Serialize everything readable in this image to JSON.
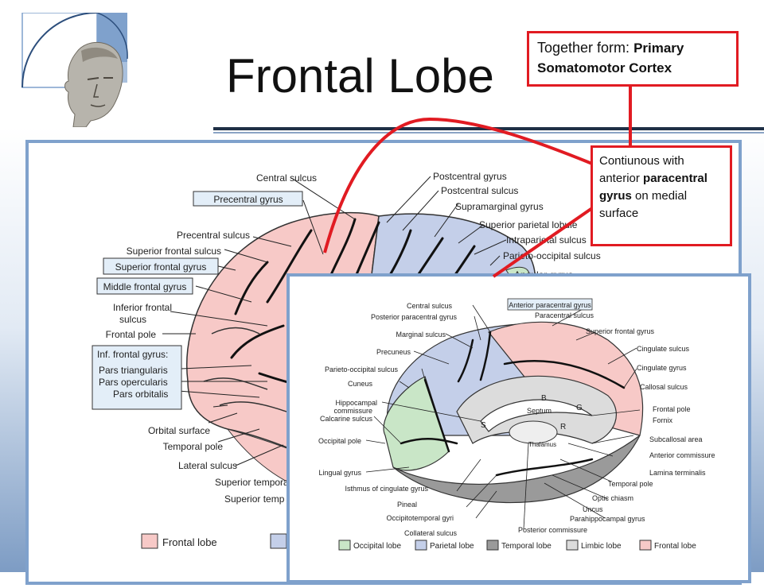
{
  "slide": {
    "title": "Frontal Lobe"
  },
  "callouts": {
    "top_prefix": "Together form: ",
    "top_bold": "Primary Somatomotor Cortex",
    "mid_line1": "Contiunous with anterior ",
    "mid_bold": "paracentral gyrus",
    "mid_line2": " on medial surface"
  },
  "lateral": {
    "boxed": {
      "precentral": "Precentral gyrus",
      "superior_frontal": "Superior frontal gyrus",
      "middle_frontal": "Middle frontal gyrus",
      "inf_frontal_heading": "Inf. frontal gyrus:",
      "pars_triangularis": "Pars triangularis",
      "pars_opercularis": "Pars opercularis",
      "pars_orbitalis": "Pars orbitalis"
    },
    "left_labels": {
      "precentral_sulcus": "Precentral sulcus",
      "superior_frontal_sulcus": "Superior frontal sulcus",
      "inferior_frontal": "Inferior frontal",
      "sulcus": "sulcus",
      "frontal_pole": "Frontal pole",
      "orbital_surface": "Orbital surface",
      "temporal_pole": "Temporal pole",
      "lateral_sulcus": "Lateral sulcus",
      "superior_tempora": "Superior tempora",
      "superior_temp": "Superior temp"
    },
    "top_labels": {
      "central_sulcus": "Central sulcus",
      "postcentral_gyrus": "Postcentral gyrus",
      "postcentral_sulcus": "Postcentral sulcus",
      "supramarginal_gyrus": "Supramarginal gyrus",
      "superior_parietal_lobule": "Superior parietal lobule",
      "intraparietal_sulcus": "Intraparietal sulcus",
      "parieto_occipital_sulcus": "Parieto-occipital sulcus",
      "angular_gyrus": "Angular gyrus"
    },
    "legend": {
      "frontal": "Frontal lobe"
    }
  },
  "medial": {
    "boxed_anterior_paracentral": "Anterior paracentral gyrus",
    "left_labels": [
      "Central sulcus",
      "Posterior paracentral gyrus",
      "Marginal sulcus",
      "Precuneus",
      "Parieto-occipital sulcus",
      "Cuneus",
      "Hippocampal",
      "commissure",
      "Calcarine sulcus",
      "Occipital pole",
      "Lingual gyrus",
      "Isthmus of cingulate gyrus",
      "Pineal",
      "Occipitotemporal gyri",
      "Collateral sulcus",
      "Posterior commissure"
    ],
    "right_labels": [
      "Paracentral sulcus",
      "Superior frontal gyrus",
      "Cingulate sulcus",
      "Cingulate gyrus",
      "Callosal sulcus",
      "Frontal pole",
      "Fornix",
      "Subcallosal area",
      "Anterior commissure",
      "Lamina terminalis",
      "Temporal pole",
      "Optic chiasm",
      "Uncus",
      "Parahippocampal gyrus"
    ],
    "inner_labels": {
      "b": "B",
      "septum": "Septum",
      "s": "S",
      "g": "G",
      "r": "R",
      "thalamus": "Thalamus"
    },
    "legend": {
      "occipital": "Occipital lobe",
      "parietal": "Parietal lobe",
      "temporal": "Temporal lobe",
      "limbic": "Limbic lobe",
      "frontal": "Frontal lobe"
    }
  },
  "colors": {
    "frontal": "#f7c9c7",
    "parietal": "#c4cfe9",
    "occipital": "#c9e6c7",
    "temporal": "#9a9a9a",
    "limbic": "#dcdcdc",
    "callout_border": "#e11b22",
    "panel_border": "#7fa1cc",
    "label_box": "#e3eef8"
  },
  "icons": {
    "logo": "classical-head-golden-spiral-logo"
  }
}
